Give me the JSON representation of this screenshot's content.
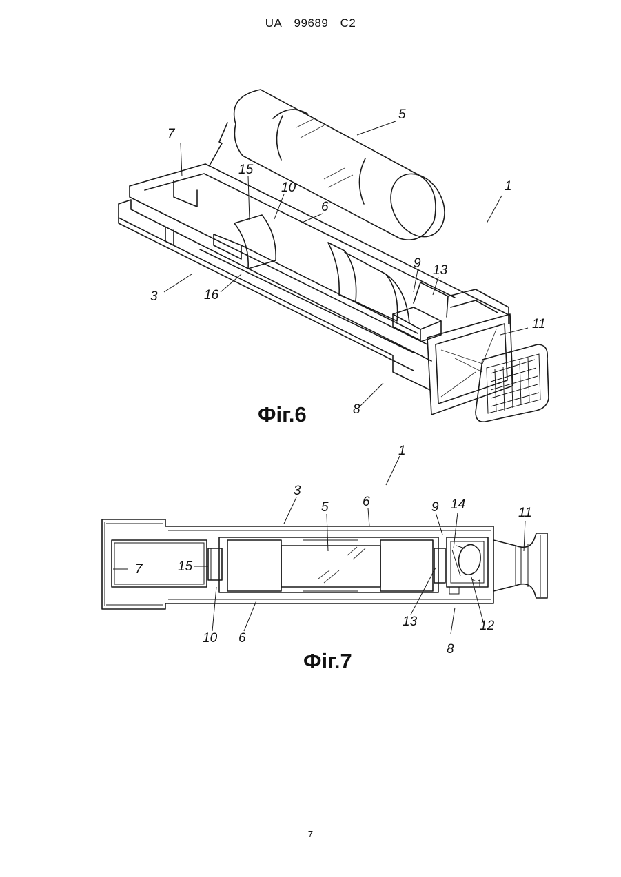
{
  "header": {
    "country": "UA",
    "number": "99689",
    "kind": "C2"
  },
  "figures": [
    {
      "caption": "Фіг.6",
      "refs": {
        "r1": "1",
        "r3": "3",
        "r5": "5",
        "r6": "6",
        "r7": "7",
        "r8": "8",
        "r9": "9",
        "r10": "10",
        "r11": "11",
        "r13": "13",
        "r15": "15",
        "r16": "16"
      }
    },
    {
      "caption": "Фіг.7",
      "refs": {
        "r1": "1",
        "r3": "3",
        "r5": "5",
        "r6a": "6",
        "r6b": "6",
        "r7": "7",
        "r8": "8",
        "r9": "9",
        "r10": "10",
        "r11": "11",
        "r12": "12",
        "r13": "13",
        "r14": "14",
        "r15": "15"
      }
    }
  ],
  "page_number": "7"
}
